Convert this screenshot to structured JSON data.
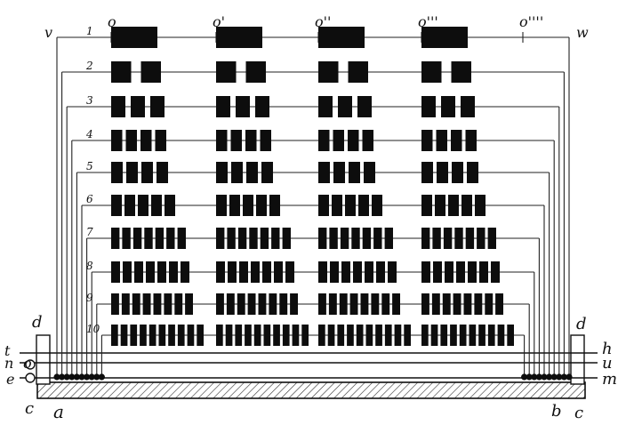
{
  "diagram": {
    "kind": "patent-drawing",
    "ink_color": "#0d0d0d",
    "paper_color": "#ffffff",
    "columns": [
      {
        "id": "col-1",
        "label": "o"
      },
      {
        "id": "col-2",
        "label": "o'"
      },
      {
        "id": "col-3",
        "label": "o''"
      },
      {
        "id": "col-4",
        "label": "o'''"
      },
      {
        "id": "col-5",
        "label": "o''''"
      }
    ],
    "rows": [
      {
        "label": "1",
        "segments": 1
      },
      {
        "label": "2",
        "segments": 2
      },
      {
        "label": "3",
        "segments": 3
      },
      {
        "label": "4",
        "segments": 4
      },
      {
        "label": "5",
        "segments": 4
      },
      {
        "label": "6",
        "segments": 5
      },
      {
        "label": "7",
        "segments": 7
      },
      {
        "label": "8",
        "segments": 7
      },
      {
        "label": "9",
        "segments": 8
      },
      {
        "label": "10",
        "segments": 10
      }
    ],
    "corner_labels": {
      "top_left": "v",
      "top_right": "w",
      "post_left": "d",
      "post_right": "d",
      "base_left_outer": "c",
      "base_left_inner": "a",
      "base_right_inner": "b",
      "base_right_outer": "c"
    },
    "left_terminals": [
      "t",
      "n",
      "o",
      "e"
    ],
    "right_terminals": [
      "h",
      "u",
      "m"
    ]
  }
}
